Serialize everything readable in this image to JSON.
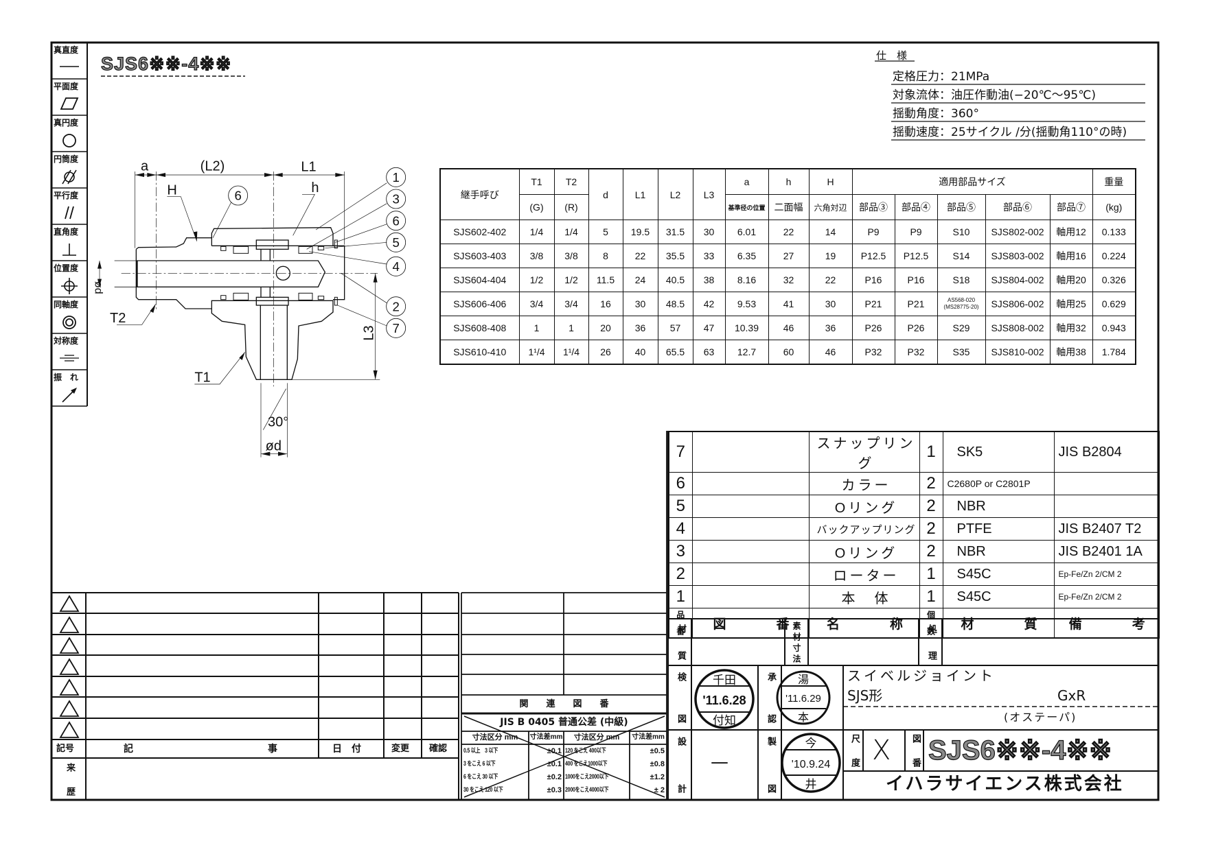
{
  "title_code": "SJS6※※-4※※",
  "tolerance_symbols": [
    {
      "label": "真直度",
      "icon": "straightness-icon"
    },
    {
      "label": "平面度",
      "icon": "flatness-icon"
    },
    {
      "label": "真円度",
      "icon": "circularity-icon"
    },
    {
      "label": "円筒度",
      "icon": "cylindricity-icon"
    },
    {
      "label": "平行度",
      "icon": "parallelism-icon"
    },
    {
      "label": "直角度",
      "icon": "perpendicularity-icon"
    },
    {
      "label": "位置度",
      "icon": "position-icon"
    },
    {
      "label": "同軸度",
      "icon": "concentricity-icon"
    },
    {
      "label": "対称度",
      "icon": "symmetry-icon"
    },
    {
      "label": "振　れ",
      "icon": "runout-icon"
    }
  ],
  "spec": {
    "heading": "仕　様",
    "lines": [
      "定格圧力：21MPa",
      "対象流体：油圧作動油(−20℃～95℃)",
      "揺動角度：360°",
      "揺動速度：25サイクル /分(揺動角110°の時)"
    ]
  },
  "drawing": {
    "a": "a",
    "L2": "(L2)",
    "L1": "L1",
    "H": "H",
    "h": "h",
    "T1": "T1",
    "T2": "T2",
    "L3": "L3",
    "d_side": "ød",
    "d_bottom": "ød",
    "angle": "30°",
    "balloons": [
      "1",
      "3",
      "6",
      "5",
      "4",
      "2",
      "7",
      "6"
    ]
  },
  "dims_table": {
    "headers": {
      "name": "継手呼び",
      "t1": "T1",
      "t1_sub": "(G)",
      "t2": "T2",
      "t2_sub": "(R)",
      "d": "d",
      "l1": "L1",
      "l2": "L2",
      "l3": "L3",
      "a": "a",
      "a_sub": "基準径の位置",
      "h": "h",
      "h_sub": "二面幅",
      "H": "H",
      "H_sub": "六角対辺",
      "parts_group": "適用部品サイズ",
      "p3": "部品③",
      "p4": "部品④",
      "p5": "部品⑤",
      "p6": "部品⑥",
      "p7": "部品⑦",
      "weight": "重量",
      "weight_unit": "(kg)"
    },
    "rows": [
      {
        "name": "SJS602-402",
        "t1": "1/4",
        "t2": "1/4",
        "d": "5",
        "l1": "19.5",
        "l2": "31.5",
        "l3": "30",
        "a": "6.01",
        "h": "22",
        "H": "14",
        "p3": "P9",
        "p4": "P9",
        "p5": "S10",
        "p5b": "",
        "p6": "SJS802-002",
        "p7": "軸用12",
        "w": "0.133"
      },
      {
        "name": "SJS603-403",
        "t1": "3/8",
        "t2": "3/8",
        "d": "8",
        "l1": "22",
        "l2": "35.5",
        "l3": "33",
        "a": "6.35",
        "h": "27",
        "H": "19",
        "p3": "P12.5",
        "p4": "P12.5",
        "p5": "S14",
        "p5b": "",
        "p6": "SJS803-002",
        "p7": "軸用16",
        "w": "0.224"
      },
      {
        "name": "SJS604-404",
        "t1": "1/2",
        "t2": "1/2",
        "d": "11.5",
        "l1": "24",
        "l2": "40.5",
        "l3": "38",
        "a": "8.16",
        "h": "32",
        "H": "22",
        "p3": "P16",
        "p4": "P16",
        "p5": "S18",
        "p5b": "",
        "p6": "SJS804-002",
        "p7": "軸用20",
        "w": "0.326"
      },
      {
        "name": "SJS606-406",
        "t1": "3/4",
        "t2": "3/4",
        "d": "16",
        "l1": "30",
        "l2": "48.5",
        "l3": "42",
        "a": "9.53",
        "h": "41",
        "H": "30",
        "p3": "P21",
        "p4": "P21",
        "p5": "AS568-020",
        "p5b": "(MS28775-20)",
        "p6": "SJS806-002",
        "p7": "軸用25",
        "w": "0.629"
      },
      {
        "name": "SJS608-408",
        "t1": "1",
        "t2": "1",
        "d": "20",
        "l1": "36",
        "l2": "57",
        "l3": "47",
        "a": "10.39",
        "h": "46",
        "H": "36",
        "p3": "P26",
        "p4": "P26",
        "p5": "S29",
        "p5b": "",
        "p6": "SJS808-002",
        "p7": "軸用32",
        "w": "0.943"
      },
      {
        "name": "SJS610-410",
        "t1": "1¹/4",
        "t2": "1¹/4",
        "d": "26",
        "l1": "40",
        "l2": "65.5",
        "l3": "63",
        "a": "12.7",
        "h": "60",
        "H": "46",
        "p3": "P32",
        "p4": "P32",
        "p5": "S35",
        "p5b": "",
        "p6": "SJS810-002",
        "p7": "軸用38",
        "w": "1.784"
      }
    ]
  },
  "parts_list": {
    "rows": [
      {
        "no": "7",
        "drawing_no": "",
        "name": "スナップリング",
        "qty": "1",
        "material": "SK5",
        "remarks": "JIS B2804"
      },
      {
        "no": "6",
        "drawing_no": "",
        "name": "カラー",
        "qty": "2",
        "material": "C2680P or C2801P",
        "remarks": ""
      },
      {
        "no": "5",
        "drawing_no": "",
        "name": "Oリング",
        "qty": "2",
        "material": "NBR",
        "remarks": ""
      },
      {
        "no": "4",
        "drawing_no": "",
        "name": "バックアップリング",
        "qty": "2",
        "material": "PTFE",
        "remarks": "JIS B2407 T2"
      },
      {
        "no": "3",
        "drawing_no": "",
        "name": "Oリング",
        "qty": "2",
        "material": "NBR",
        "remarks": "JIS B2401 1A"
      },
      {
        "no": "2",
        "drawing_no": "",
        "name": "ローター",
        "qty": "1",
        "material": "S45C",
        "remarks": "Ep-Fe/Zn 2/CM 2"
      },
      {
        "no": "1",
        "drawing_no": "",
        "name": "本　体",
        "qty": "1",
        "material": "S45C",
        "remarks": "Ep-Fe/Zn 2/CM 2"
      }
    ],
    "headers": {
      "no": "品番",
      "drawing_no": "図　　　番",
      "name": "名　　　称",
      "qty": "個数",
      "material": "材　　　質",
      "remarks": "備　　　考"
    }
  },
  "material_row": {
    "material": "材質",
    "raw_size": "素材寸法",
    "treatment": "処理"
  },
  "approval": {
    "check_label": "検図",
    "approve_label": "承認",
    "design_label": "設計",
    "draft_label": "製図",
    "designer": "—",
    "stamp_check": {
      "top": "千田",
      "date": "'11.6.28",
      "bottom": "付知"
    },
    "stamp_approve": {
      "top": "湯",
      "date": "'11.6.29",
      "bottom": "本"
    },
    "stamp_draft": {
      "top": "今",
      "date": "'10.9.24",
      "bottom": "井"
    }
  },
  "title_block": {
    "product_name": "スイベルジョイント",
    "type": "SJS形",
    "thread": "GxR",
    "note": "(オステーパ)",
    "scale_label": "尺度",
    "scale_value": "X",
    "drawing_no_label": "図番",
    "drawing_no": "SJS6※※-4※※",
    "company": "イハラサイエンス株式会社"
  },
  "revision": {
    "symbol": "記号",
    "article_left": "記",
    "article_right": "事",
    "date": "日　付",
    "change": "変更",
    "confirm": "確認",
    "history": "来歴"
  },
  "related": {
    "heading": "関　　連　　図　　番",
    "jis_title": "JIS B 0405 普通公差 (中級)",
    "col_range": "寸法区分 mm",
    "col_tol": "寸法差mm",
    "left_rows": [
      [
        "0.5 以上　3 以下",
        "±0.1"
      ],
      [
        "3 をこえ 6 以下",
        "±0.1"
      ],
      [
        "6 をこえ 30 以下",
        "±0.2"
      ],
      [
        "30 をこえ 120 以下",
        "±0.3"
      ]
    ],
    "right_rows": [
      [
        "120 をこえ 400以下",
        "±0.5"
      ],
      [
        "400 をこえ1000以下",
        "±0.8"
      ],
      [
        "1000をこえ2000以下",
        "±1.2"
      ],
      [
        "2000をこえ4000以下",
        "± 2"
      ]
    ]
  }
}
